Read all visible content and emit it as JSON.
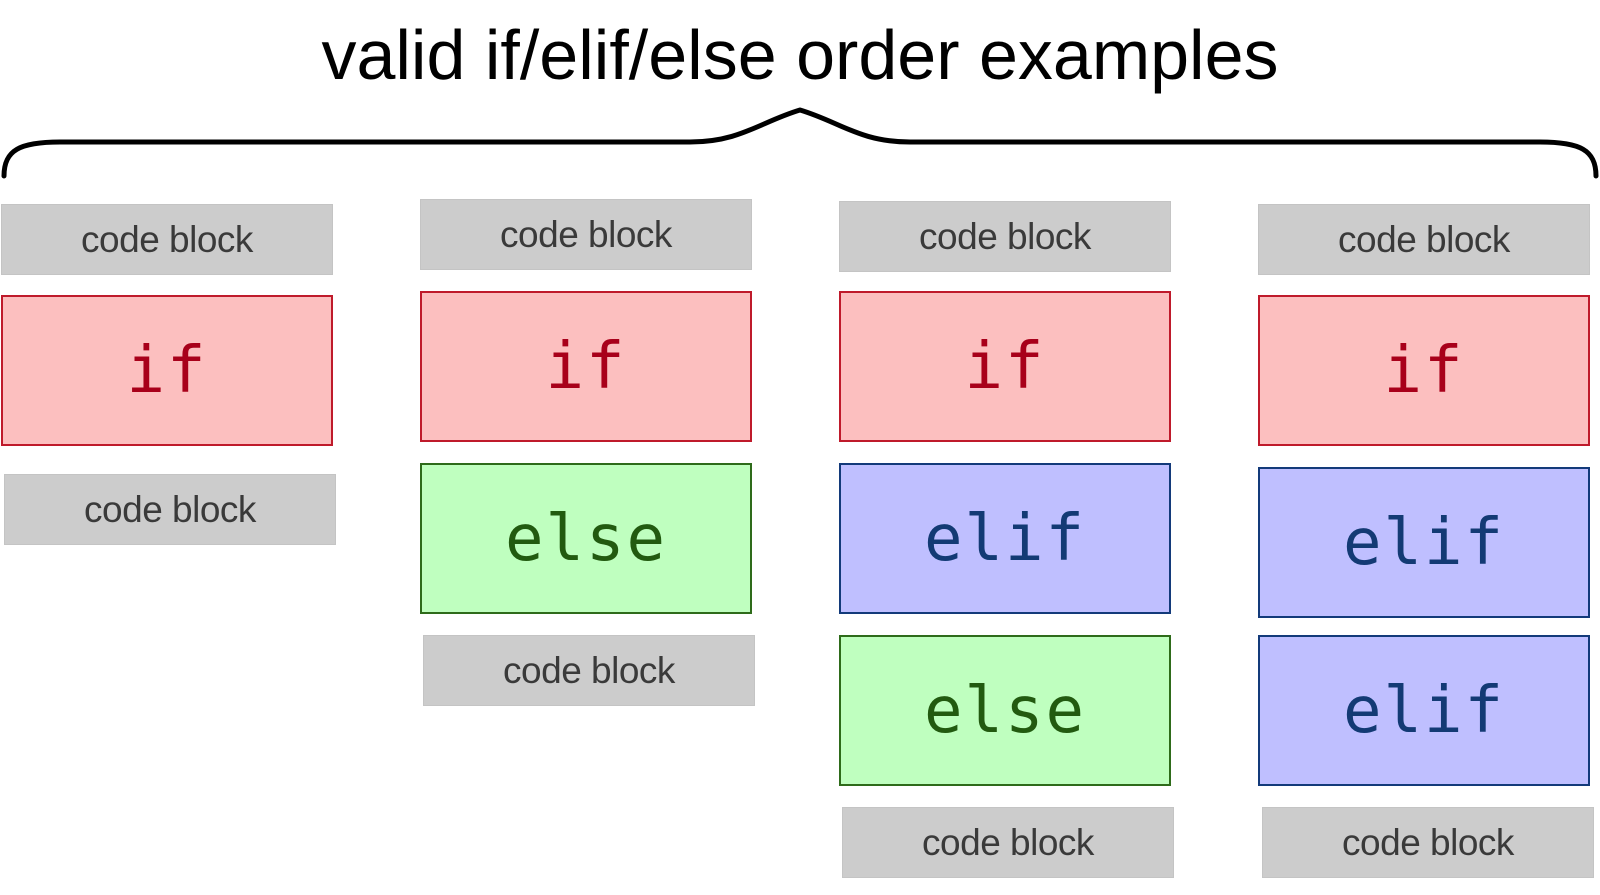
{
  "title": "valid if/elif/else order examples",
  "colors": {
    "if_fill": "#fcbfbf",
    "if_border": "#bf1a2b",
    "if_text": "#a8001a",
    "elif_fill": "#bfbfff",
    "elif_border": "#133a7a",
    "elif_text": "#133a74",
    "else_fill": "#bfffbf",
    "else_border": "#2e6b1a",
    "else_text": "#225a10",
    "code_block_fill": "#cccccc"
  },
  "columns": [
    {
      "blocks": [
        "code block",
        "if",
        "code block"
      ]
    },
    {
      "blocks": [
        "code block",
        "if",
        "else",
        "code block"
      ]
    },
    {
      "blocks": [
        "code block",
        "if",
        "elif",
        "else",
        "code block"
      ]
    },
    {
      "blocks": [
        "code block",
        "if",
        "elif",
        "elif",
        "code block"
      ]
    }
  ]
}
